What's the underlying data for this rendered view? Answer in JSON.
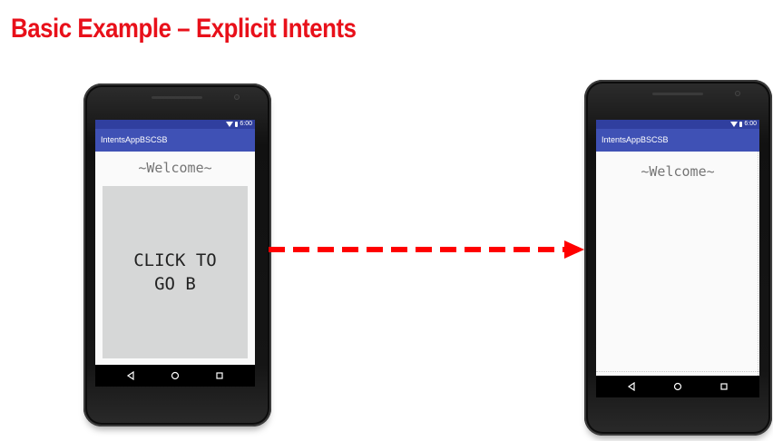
{
  "slide": {
    "title": "Basic Example – Explicit Intents"
  },
  "colors": {
    "title": "#e8101a",
    "status_bar": "#303f9f",
    "app_bar": "#3f51b5",
    "arrow": "#ff0000",
    "button_bg": "#d6d7d7"
  },
  "phone_a": {
    "status": {
      "time": "6:00",
      "icons": [
        "wifi-icon",
        "battery-icon"
      ]
    },
    "app_title": "IntentsAppBSCSB",
    "welcome": "~Welcome~",
    "button_label": "CLICK TO\nGO B",
    "nav": [
      "back-icon",
      "home-icon",
      "recents-icon"
    ]
  },
  "phone_b": {
    "status": {
      "time": "6:00",
      "icons": [
        "wifi-icon",
        "battery-icon"
      ]
    },
    "app_title": "IntentsAppBSCSB",
    "welcome": "~Welcome~",
    "nav": [
      "back-icon",
      "home-icon",
      "recents-icon"
    ]
  },
  "arrow": {
    "style": "dashed",
    "direction": "right",
    "icon": "arrow-right-icon"
  }
}
